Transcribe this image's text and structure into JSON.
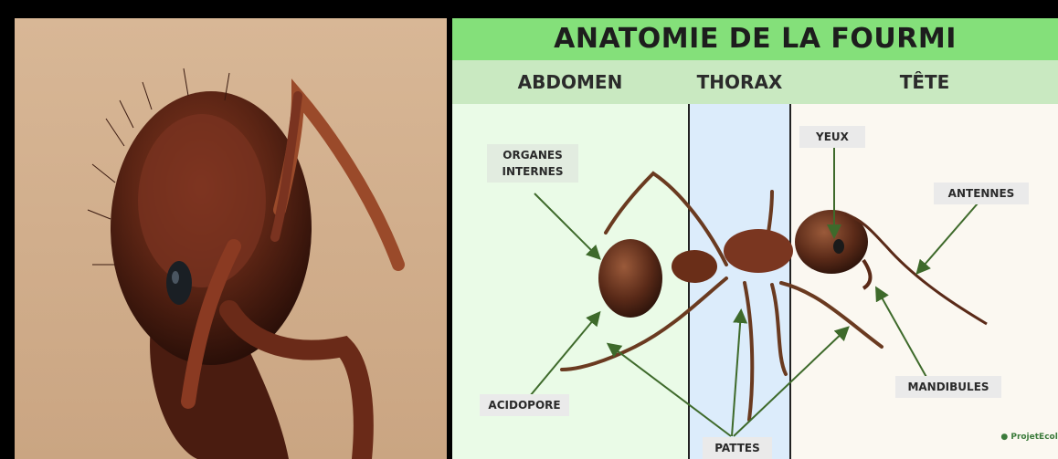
{
  "diagram": {
    "title": "ANATOMIE DE LA FOURMI",
    "sections": {
      "abdomen": "ABDOMEN",
      "thorax": "THORAX",
      "tete": "TÊTE"
    },
    "labels": {
      "organes_internes": "ORGANES\nINTERNES",
      "yeux": "YEUX",
      "antennes": "ANTENNES",
      "acidopore": "ACIDOPORE",
      "mandibules": "MANDIBULES",
      "pattes": "PATTES"
    },
    "brand": "ProjetEcolo"
  },
  "colors": {
    "title_bar": "#84e07a",
    "section_bar": "#c9e9c1",
    "abdomen_zone": "#eafbe7",
    "thorax_zone": "#dcecfb",
    "arrow": "#3e6a2b",
    "photo_background": "#d6b391"
  }
}
